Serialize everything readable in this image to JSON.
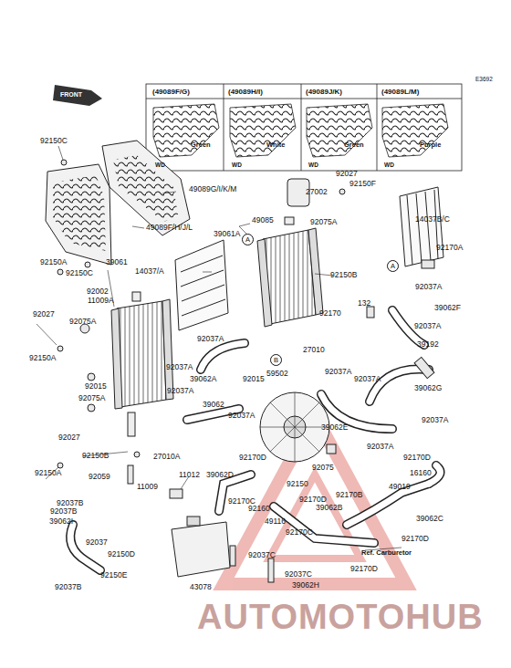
{
  "diagram": {
    "labels": [
      "E3692",
      "FRONT",
      "(49089F/G)",
      "(49089H/I)",
      "(49089J/K)",
      "(49089L/M)",
      "Green",
      "White",
      "Green",
      "Purple",
      "WD",
      "WD",
      "WD",
      "WD",
      "92150C",
      "92027",
      "27002",
      "92150F",
      "49089G/I/K/M",
      "49085",
      "92075A",
      "14037B/C",
      "39061A",
      "49089F/H/J/L",
      "14037/A",
      "92150B",
      "92170A",
      "92150A",
      "92150C",
      "39061",
      "92037A",
      "92002",
      "11009A",
      "92027",
      "92075A",
      "92150A",
      "132",
      "39062F",
      "92170",
      "92037A",
      "92037A",
      "27010",
      "39192",
      "92037A",
      "39062A",
      "92015",
      "59502",
      "92037A",
      "92037A",
      "39062G",
      "92015",
      "92037A",
      "92075A",
      "39062",
      "92037A",
      "92037A",
      "39062E",
      "92027",
      "92150B",
      "27010A",
      "92037A",
      "92150A",
      "92059",
      "11012",
      "39062D",
      "92075",
      "92150",
      "92170D",
      "92170D",
      "16160",
      "49019",
      "11009",
      "92170B",
      "92037B",
      "92037B",
      "92170C",
      "92160",
      "92170D",
      "39062B",
      "39062C",
      "39062I",
      "49116",
      "92170D",
      "92037",
      "92170C",
      "92150D",
      "Ref. Carburetor",
      "92037C",
      "92170D",
      "92150E",
      "92037C",
      "43078",
      "92037B",
      "39062H",
      "A",
      "A",
      "B",
      "AUTOMOTOHUB"
    ]
  }
}
